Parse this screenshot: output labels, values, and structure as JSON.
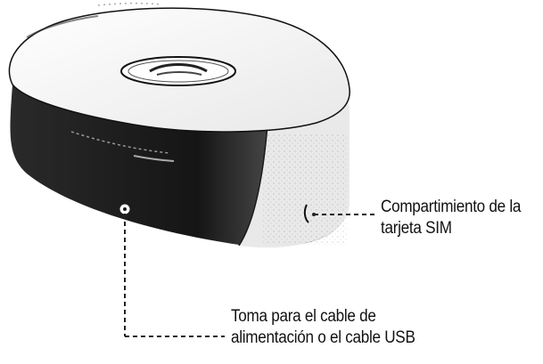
{
  "callouts": {
    "sim": {
      "line1": "Compartimiento de la",
      "line2": "tarjeta SIM"
    },
    "power": {
      "line1": "Toma para el cable de",
      "line2": "alimentación o el cable USB"
    }
  },
  "colors": {
    "ink": "#111111",
    "device_body": "#1c1c1c",
    "device_top": "#ffffff",
    "leader_line": "#222222"
  }
}
